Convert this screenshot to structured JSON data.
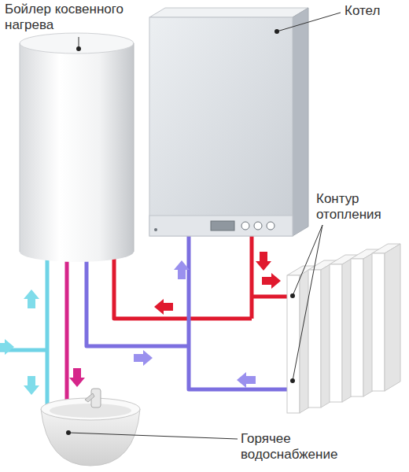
{
  "diagram": {
    "labels": [
      "Бойлер косвенного нагрева",
      "Котел",
      "Контур отопления",
      "Горячее водоснабжение"
    ]
  }
}
